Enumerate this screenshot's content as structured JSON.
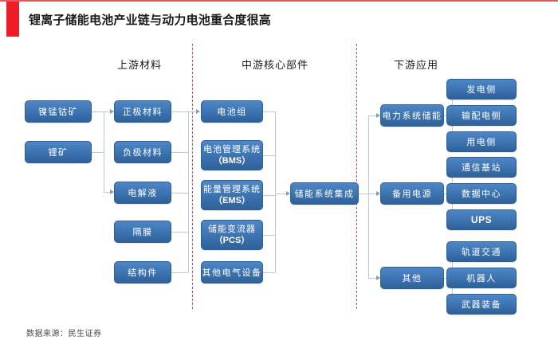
{
  "header": {
    "title": "锂离子储能电池产业链与动力电池重合度很高"
  },
  "sections": [
    {
      "label": "上游材料"
    },
    {
      "label": "中游核心部件"
    },
    {
      "label": "下游应用"
    }
  ],
  "upstream": {
    "sources": [
      {
        "label": "镍锰钴矿"
      },
      {
        "label": "锂矿"
      }
    ],
    "materials": [
      {
        "label": "正极材料"
      },
      {
        "label": "负极材料"
      },
      {
        "label": "电解液"
      },
      {
        "label": "隔膜"
      },
      {
        "label": "结构件"
      }
    ]
  },
  "midstream": {
    "components": [
      {
        "line1": "电池组",
        "line2": ""
      },
      {
        "line1": "电池管理系统",
        "line2": "（BMS）"
      },
      {
        "line1": "能量管理系统",
        "line2": "（EMS）"
      },
      {
        "line1": "储能变流器",
        "line2": "（PCS）"
      },
      {
        "line1": "其他电气设备",
        "line2": ""
      }
    ],
    "integration": {
      "label": "储能系统集成"
    }
  },
  "downstream": {
    "categories": [
      {
        "label": "电力系统储能",
        "items": [
          {
            "label": "发电侧",
            "latin": false
          },
          {
            "label": "输配电侧",
            "latin": false
          },
          {
            "label": "用电侧",
            "latin": false
          }
        ]
      },
      {
        "label": "备用电源",
        "items": [
          {
            "label": "通信基站",
            "latin": false
          },
          {
            "label": "数据中心",
            "latin": false
          },
          {
            "label": "UPS",
            "latin": true
          }
        ]
      },
      {
        "label": "其他",
        "items": [
          {
            "label": "轨道交通",
            "latin": false
          },
          {
            "label": "机器人",
            "latin": false
          },
          {
            "label": "武器装备",
            "latin": false
          }
        ]
      }
    ]
  },
  "footer": {
    "source": "数据来源：民生证券"
  },
  "colors": {
    "accent_red": "#ee1c25",
    "divider_red": "#e0474c",
    "box_top": "#4e86c6",
    "box_bottom": "#2f6199",
    "connector": "#b9c9dc"
  }
}
